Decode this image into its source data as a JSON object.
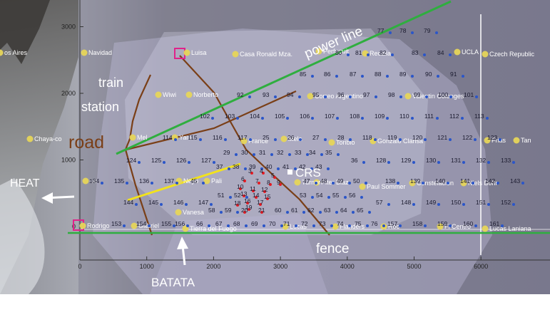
{
  "axes": {
    "x_ticks": [
      "0",
      "1000",
      "2000",
      "3000",
      "4000",
      "5000",
      "6000"
    ],
    "y_ticks": [
      "0",
      "1000",
      "2000",
      "3000"
    ]
  },
  "annotations": {
    "power_line": "power line",
    "train_station": "train station",
    "road": "road",
    "heat": "HEAT",
    "crs": "CRS",
    "fence": "fence",
    "batata": "BATATA"
  },
  "locations": [
    {
      "label": "os Aires",
      "sx": 0,
      "sy": 77
    },
    {
      "label": "Navidad",
      "sx": 118,
      "sy": 77
    },
    {
      "label": "Luisa",
      "sx": 262,
      "sy": 77
    },
    {
      "label": "Casa Ronald Mza.",
      "sx": 330,
      "sy": 79
    },
    {
      "label": "Perfuquit",
      "sx": 447,
      "sy": 75
    },
    {
      "label": "Recalia",
      "sx": 512,
      "sy": 78
    },
    {
      "label": "UCLA",
      "sx": 641,
      "sy": 76
    },
    {
      "label": "Czech Republic",
      "sx": 680,
      "sy": 79
    },
    {
      "label": "Wiwi",
      "sx": 222,
      "sy": 136
    },
    {
      "label": "Norberto",
      "sx": 265,
      "sy": 136
    },
    {
      "label": "Correo Argentino",
      "sx": 435,
      "sy": 138
    },
    {
      "label": "Valentin Colonges",
      "sx": 572,
      "sy": 138
    },
    {
      "label": "Chaya-co",
      "sx": 42,
      "sy": 198
    },
    {
      "label": "Mel",
      "sx": 186,
      "sy": 196
    },
    {
      "label": "Yacu",
      "sx": 245,
      "sy": 196
    },
    {
      "label": "France",
      "sx": 342,
      "sy": 201
    },
    {
      "label": "Mela",
      "sx": 398,
      "sy": 198
    },
    {
      "label": "Toribio",
      "sx": 465,
      "sy": 203
    },
    {
      "label": "Gonzalo Clarisa",
      "sx": 523,
      "sy": 201
    },
    {
      "label": "Frias",
      "sx": 683,
      "sy": 200
    },
    {
      "label": "Tan",
      "sx": 724,
      "sy": 200
    },
    {
      "label": "Lo",
      "sx": 120,
      "sy": 257
    },
    {
      "label": "Neyo",
      "sx": 251,
      "sy": 257
    },
    {
      "label": "Pali",
      "sx": 290,
      "sy": 257
    },
    {
      "label": "Piter Blaz",
      "sx": 444,
      "sy": 259
    },
    {
      "label": "Paul Sommer",
      "sx": 508,
      "sy": 265
    },
    {
      "label": "Constelacion",
      "sx": 578,
      "sy": 260
    },
    {
      "label": "Niels Bohr",
      "sx": 650,
      "sy": 260
    },
    {
      "label": "Turner",
      "sx": 417,
      "sy": 259
    },
    {
      "label": "Vanesa",
      "sx": 250,
      "sy": 301
    },
    {
      "label": "Rodrigo",
      "sx": 116,
      "sy": 320
    },
    {
      "label": "Gabriel",
      "sx": 188,
      "sy": 320
    },
    {
      "label": "Tierra del Fuego",
      "sx": 260,
      "sy": 324
    },
    {
      "label": "Lucas",
      "sx": 400,
      "sy": 321
    },
    {
      "label": "Flanders",
      "sx": 470,
      "sy": 321
    },
    {
      "label": "Roc",
      "sx": 538,
      "sy": 321
    },
    {
      "label": "Fl Centro",
      "sx": 617,
      "sy": 321
    },
    {
      "label": "Lucas Laniana",
      "sx": 680,
      "sy": 324
    }
  ],
  "stations": [
    {
      "n": "77",
      "sx": 537,
      "sy": 43
    },
    {
      "n": "78",
      "sx": 568,
      "sy": 43
    },
    {
      "n": "79",
      "sx": 602,
      "sy": 43
    },
    {
      "n": "80",
      "sx": 478,
      "sy": 74
    },
    {
      "n": "81",
      "sx": 506,
      "sy": 74
    },
    {
      "n": "82",
      "sx": 540,
      "sy": 74
    },
    {
      "n": "83",
      "sx": 585,
      "sy": 74
    },
    {
      "n": "84",
      "sx": 621,
      "sy": 74
    },
    {
      "n": "85",
      "sx": 428,
      "sy": 104
    },
    {
      "n": "86",
      "sx": 462,
      "sy": 104
    },
    {
      "n": "87",
      "sx": 498,
      "sy": 104
    },
    {
      "n": "88",
      "sx": 533,
      "sy": 104
    },
    {
      "n": "89",
      "sx": 568,
      "sy": 104
    },
    {
      "n": "90",
      "sx": 604,
      "sy": 104
    },
    {
      "n": "91",
      "sx": 639,
      "sy": 104
    },
    {
      "n": "92",
      "sx": 340,
      "sy": 133
    },
    {
      "n": "93",
      "sx": 376,
      "sy": 133
    },
    {
      "n": "94",
      "sx": 410,
      "sy": 133
    },
    {
      "n": "95",
      "sx": 446,
      "sy": 133
    },
    {
      "n": "96",
      "sx": 481,
      "sy": 133
    },
    {
      "n": "97",
      "sx": 517,
      "sy": 133
    },
    {
      "n": "98",
      "sx": 552,
      "sy": 133
    },
    {
      "n": "99",
      "sx": 588,
      "sy": 133
    },
    {
      "n": "100",
      "sx": 622,
      "sy": 133
    },
    {
      "n": "101",
      "sx": 658,
      "sy": 133
    },
    {
      "n": "102",
      "sx": 288,
      "sy": 163
    },
    {
      "n": "103",
      "sx": 323,
      "sy": 163
    },
    {
      "n": "104",
      "sx": 358,
      "sy": 163
    },
    {
      "n": "105",
      "sx": 393,
      "sy": 163
    },
    {
      "n": "106",
      "sx": 428,
      "sy": 163
    },
    {
      "n": "107",
      "sx": 463,
      "sy": 163
    },
    {
      "n": "108",
      "sx": 498,
      "sy": 163
    },
    {
      "n": "109",
      "sx": 533,
      "sy": 163
    },
    {
      "n": "110",
      "sx": 568,
      "sy": 163
    },
    {
      "n": "111",
      "sx": 603,
      "sy": 163
    },
    {
      "n": "112",
      "sx": 638,
      "sy": 163
    },
    {
      "n": "113",
      "sx": 673,
      "sy": 163
    },
    {
      "n": "114",
      "sx": 236,
      "sy": 193
    },
    {
      "n": "115",
      "sx": 271,
      "sy": 193
    },
    {
      "n": "116",
      "sx": 306,
      "sy": 193
    },
    {
      "n": "117",
      "sx": 341,
      "sy": 193
    },
    {
      "n": "25",
      "sx": 376,
      "sy": 193
    },
    {
      "n": "26",
      "sx": 411,
      "sy": 193
    },
    {
      "n": "27",
      "sx": 446,
      "sy": 193
    },
    {
      "n": "28",
      "sx": 481,
      "sy": 193
    },
    {
      "n": "118",
      "sx": 516,
      "sy": 193
    },
    {
      "n": "119",
      "sx": 551,
      "sy": 193
    },
    {
      "n": "120",
      "sx": 586,
      "sy": 193
    },
    {
      "n": "121",
      "sx": 621,
      "sy": 193
    },
    {
      "n": "122",
      "sx": 656,
      "sy": 193
    },
    {
      "n": "123",
      "sx": 691,
      "sy": 193
    },
    {
      "n": "29",
      "sx": 321,
      "sy": 214
    },
    {
      "n": "30",
      "sx": 346,
      "sy": 214
    },
    {
      "n": "31",
      "sx": 371,
      "sy": 214
    },
    {
      "n": "32",
      "sx": 396,
      "sy": 214
    },
    {
      "n": "33",
      "sx": 421,
      "sy": 214
    },
    {
      "n": "34",
      "sx": 441,
      "sy": 214
    },
    {
      "n": "35",
      "sx": 464,
      "sy": 214
    },
    {
      "n": "124",
      "sx": 185,
      "sy": 225
    },
    {
      "n": "125",
      "sx": 220,
      "sy": 225
    },
    {
      "n": "126",
      "sx": 255,
      "sy": 225
    },
    {
      "n": "127",
      "sx": 290,
      "sy": 225
    },
    {
      "n": "36",
      "sx": 500,
      "sy": 225
    },
    {
      "n": "128",
      "sx": 535,
      "sy": 225
    },
    {
      "n": "129",
      "sx": 570,
      "sy": 225
    },
    {
      "n": "130",
      "sx": 605,
      "sy": 225
    },
    {
      "n": "131",
      "sx": 640,
      "sy": 225
    },
    {
      "n": "132",
      "sx": 675,
      "sy": 225
    },
    {
      "n": "133",
      "sx": 710,
      "sy": 225
    },
    {
      "n": "37",
      "sx": 311,
      "sy": 234
    },
    {
      "n": "38",
      "sx": 334,
      "sy": 234
    },
    {
      "n": "39",
      "sx": 357,
      "sy": 234
    },
    {
      "n": "40",
      "sx": 380,
      "sy": 234
    },
    {
      "n": "41",
      "sx": 404,
      "sy": 234
    },
    {
      "n": "42",
      "sx": 427,
      "sy": 234
    },
    {
      "n": "43",
      "sx": 450,
      "sy": 234
    },
    {
      "n": "134",
      "sx": 133,
      "sy": 254
    },
    {
      "n": "135",
      "sx": 168,
      "sy": 254
    },
    {
      "n": "136",
      "sx": 203,
      "sy": 254
    },
    {
      "n": "137",
      "sx": 238,
      "sy": 254
    },
    {
      "n": "45",
      "sx": 275,
      "sy": 254
    },
    {
      "n": "47",
      "sx": 433,
      "sy": 254
    },
    {
      "n": "48",
      "sx": 457,
      "sy": 254
    },
    {
      "n": "49",
      "sx": 480,
      "sy": 254
    },
    {
      "n": "50",
      "sx": 503,
      "sy": 254
    },
    {
      "n": "138",
      "sx": 548,
      "sy": 254
    },
    {
      "n": "139",
      "sx": 583,
      "sy": 254
    },
    {
      "n": "140",
      "sx": 618,
      "sy": 254
    },
    {
      "n": "141",
      "sx": 653,
      "sy": 254
    },
    {
      "n": "142",
      "sx": 688,
      "sy": 254
    },
    {
      "n": "143",
      "sx": 723,
      "sy": 254
    },
    {
      "n": "51",
      "sx": 313,
      "sy": 274
    },
    {
      "n": "52",
      "sx": 336,
      "sy": 274
    },
    {
      "n": "53",
      "sx": 428,
      "sy": 274
    },
    {
      "n": "54",
      "sx": 451,
      "sy": 274
    },
    {
      "n": "55",
      "sx": 474,
      "sy": 274
    },
    {
      "n": "56",
      "sx": 497,
      "sy": 274
    },
    {
      "n": "144",
      "sx": 181,
      "sy": 284
    },
    {
      "n": "145",
      "sx": 216,
      "sy": 284
    },
    {
      "n": "146",
      "sx": 251,
      "sy": 284
    },
    {
      "n": "147",
      "sx": 286,
      "sy": 284
    },
    {
      "n": "57",
      "sx": 535,
      "sy": 284
    },
    {
      "n": "148",
      "sx": 570,
      "sy": 284
    },
    {
      "n": "149",
      "sx": 605,
      "sy": 284
    },
    {
      "n": "150",
      "sx": 640,
      "sy": 284
    },
    {
      "n": "151",
      "sx": 675,
      "sy": 284
    },
    {
      "n": "152",
      "sx": 710,
      "sy": 284
    },
    {
      "n": "58",
      "sx": 300,
      "sy": 295
    },
    {
      "n": "59",
      "sx": 323,
      "sy": 295
    },
    {
      "n": "20",
      "sx": 346,
      "sy": 295
    },
    {
      "n": "21",
      "sx": 370,
      "sy": 295
    },
    {
      "n": "60",
      "sx": 393,
      "sy": 295
    },
    {
      "n": "61",
      "sx": 416,
      "sy": 295
    },
    {
      "n": "62",
      "sx": 439,
      "sy": 295
    },
    {
      "n": "63",
      "sx": 462,
      "sy": 295
    },
    {
      "n": "64",
      "sx": 485,
      "sy": 295
    },
    {
      "n": "65",
      "sx": 508,
      "sy": 295
    },
    {
      "n": "153",
      "sx": 164,
      "sy": 314
    },
    {
      "n": "154",
      "sx": 199,
      "sy": 314
    },
    {
      "n": "155",
      "sx": 234,
      "sy": 314
    },
    {
      "n": "156",
      "sx": 253,
      "sy": 314
    },
    {
      "n": "66",
      "sx": 283,
      "sy": 314
    },
    {
      "n": "67",
      "sx": 310,
      "sy": 314
    },
    {
      "n": "68",
      "sx": 335,
      "sy": 314
    },
    {
      "n": "69",
      "sx": 360,
      "sy": 314
    },
    {
      "n": "70",
      "sx": 385,
      "sy": 314
    },
    {
      "n": "71",
      "sx": 405,
      "sy": 314
    },
    {
      "n": "72",
      "sx": 430,
      "sy": 314
    },
    {
      "n": "73",
      "sx": 455,
      "sy": 314
    },
    {
      "n": "74",
      "sx": 480,
      "sy": 314
    },
    {
      "n": "75",
      "sx": 505,
      "sy": 314
    },
    {
      "n": "76",
      "sx": 528,
      "sy": 314
    },
    {
      "n": "157",
      "sx": 551,
      "sy": 314
    },
    {
      "n": "158",
      "sx": 586,
      "sy": 314
    },
    {
      "n": "159",
      "sx": 621,
      "sy": 314
    },
    {
      "n": "160",
      "sx": 657,
      "sy": 314
    },
    {
      "n": "161",
      "sx": 694,
      "sy": 314
    },
    {
      "n": "3",
      "sx": 356,
      "sy": 240
    },
    {
      "n": "4",
      "sx": 372,
      "sy": 240
    },
    {
      "n": "5",
      "sx": 388,
      "sy": 246
    },
    {
      "n": "6",
      "sx": 346,
      "sy": 251
    },
    {
      "n": "7",
      "sx": 366,
      "sy": 254
    },
    {
      "n": "8",
      "sx": 382,
      "sy": 256
    },
    {
      "n": "9",
      "sx": 396,
      "sy": 256
    },
    {
      "n": "10",
      "sx": 340,
      "sy": 262
    },
    {
      "n": "11",
      "sx": 358,
      "sy": 265
    },
    {
      "n": "12",
      "sx": 374,
      "sy": 266
    },
    {
      "n": "13",
      "sx": 345,
      "sy": 272
    },
    {
      "n": "14",
      "sx": 362,
      "sy": 274
    },
    {
      "n": "15",
      "sx": 378,
      "sy": 276
    },
    {
      "n": "16",
      "sx": 350,
      "sy": 282
    },
    {
      "n": "17",
      "sx": 368,
      "sy": 284
    },
    {
      "n": "18",
      "sx": 336,
      "sy": 285
    },
    {
      "n": "19",
      "sx": 352,
      "sy": 291
    }
  ]
}
